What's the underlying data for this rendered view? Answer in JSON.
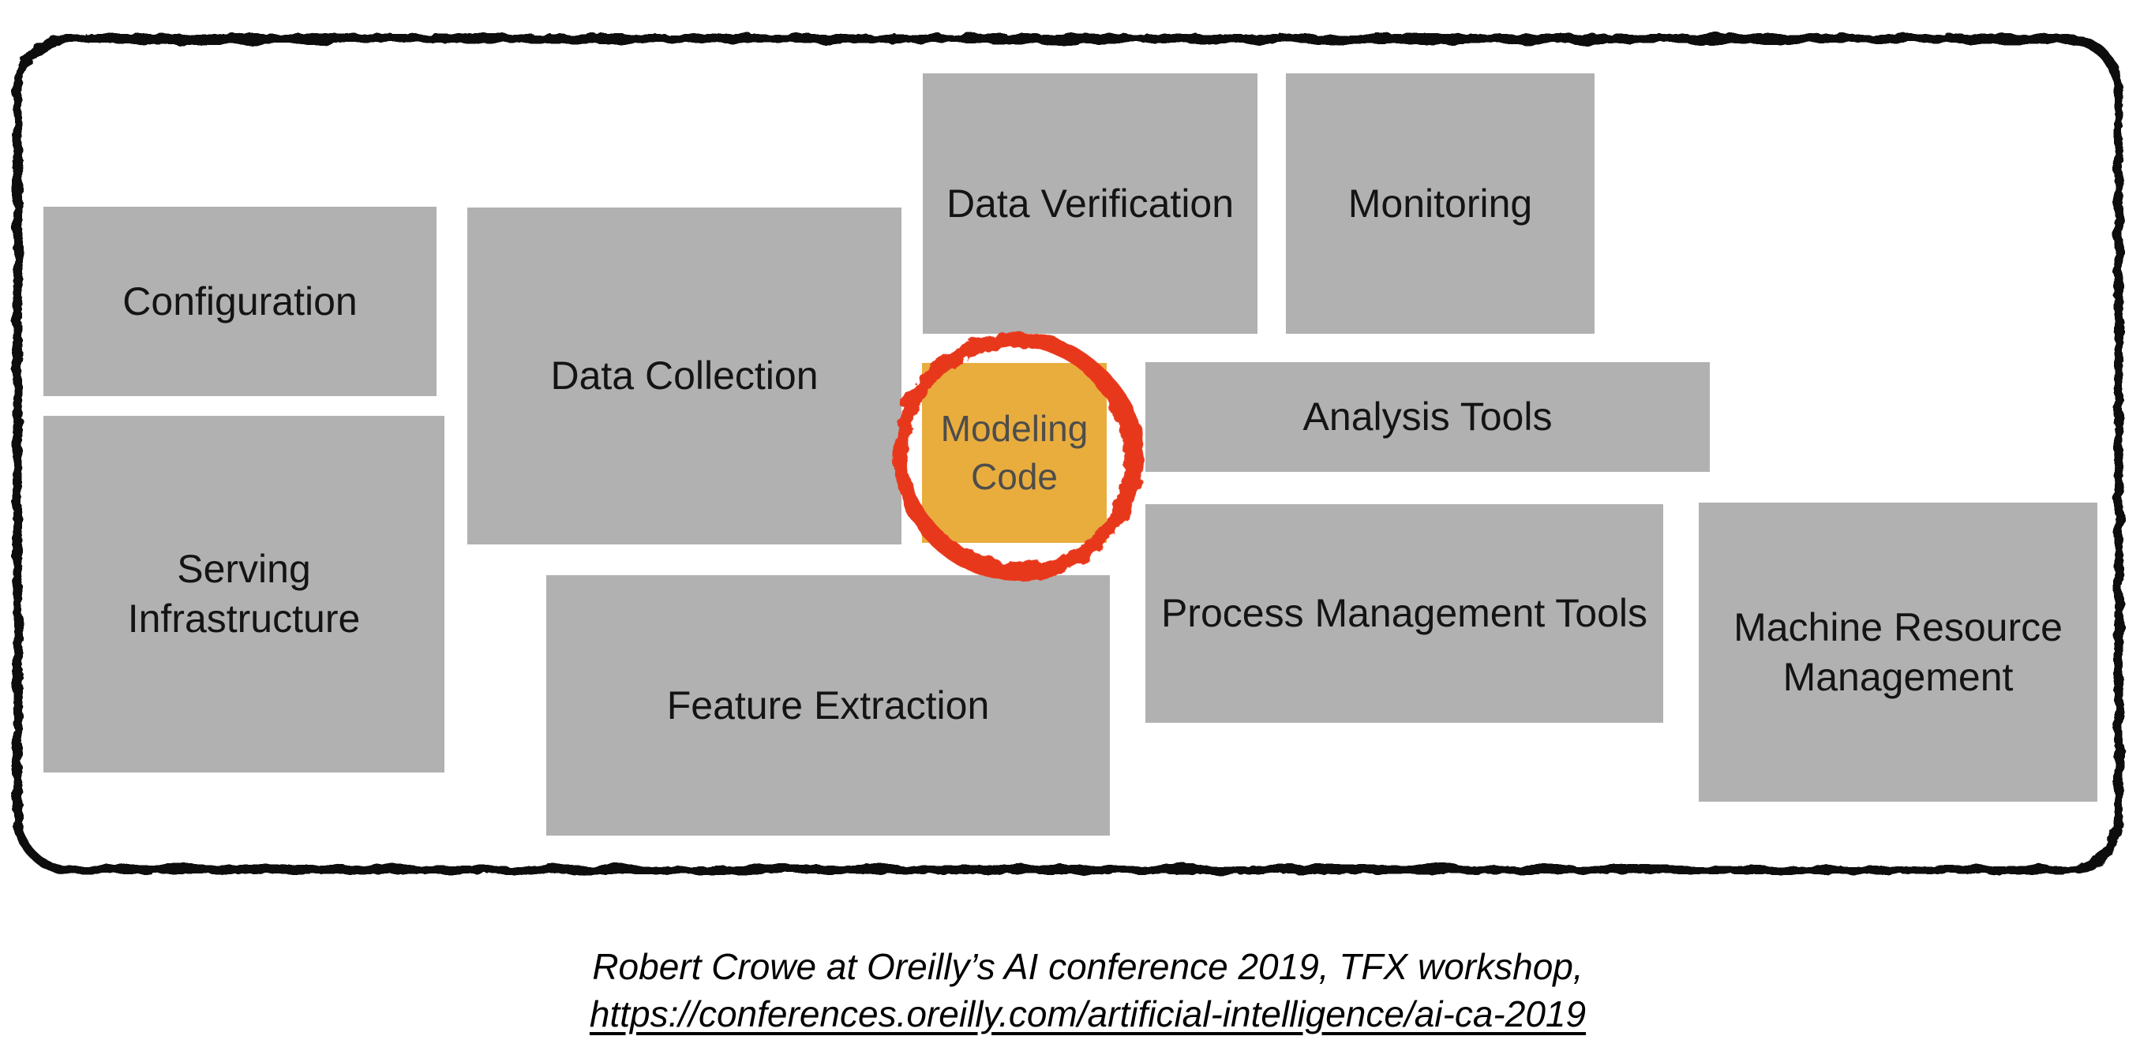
{
  "colors": {
    "background": "#ffffff",
    "ink": "#0d0d0d",
    "box_fill": "#b1b1b1",
    "box_text": "#141414",
    "accent_fill": "#e9ad3e",
    "accent_text": "#4e4d4a",
    "circle_red": "#e8391d",
    "caption_text": "#000000"
  },
  "diagram": {
    "description": "ML system components sketch: small orange Modeling Code box circled in red among large gray infrastructure boxes, inside a hand-drawn rounded border",
    "boxes": [
      {
        "id": "configuration",
        "label": "Configuration"
      },
      {
        "id": "serving-infrastructure",
        "label": "Serving Infrastructure"
      },
      {
        "id": "data-collection",
        "label": "Data Collection"
      },
      {
        "id": "feature-extraction",
        "label": "Feature Extraction"
      },
      {
        "id": "data-verification",
        "label": "Data Verification"
      },
      {
        "id": "monitoring",
        "label": "Monitoring"
      },
      {
        "id": "modeling-code",
        "label": "Modeling Code",
        "highlighted": true
      },
      {
        "id": "analysis-tools",
        "label": "Analysis Tools"
      },
      {
        "id": "process-management-tools",
        "label": "Process Management Tools"
      },
      {
        "id": "machine-resource-management",
        "label": "Machine Resource Management"
      }
    ]
  },
  "caption": {
    "line1": "Robert Crowe at Oreilly’s AI conference 2019, TFX workshop,",
    "line2": "https://conferences.oreilly.com/artificial-intelligence/ai-ca-2019"
  }
}
